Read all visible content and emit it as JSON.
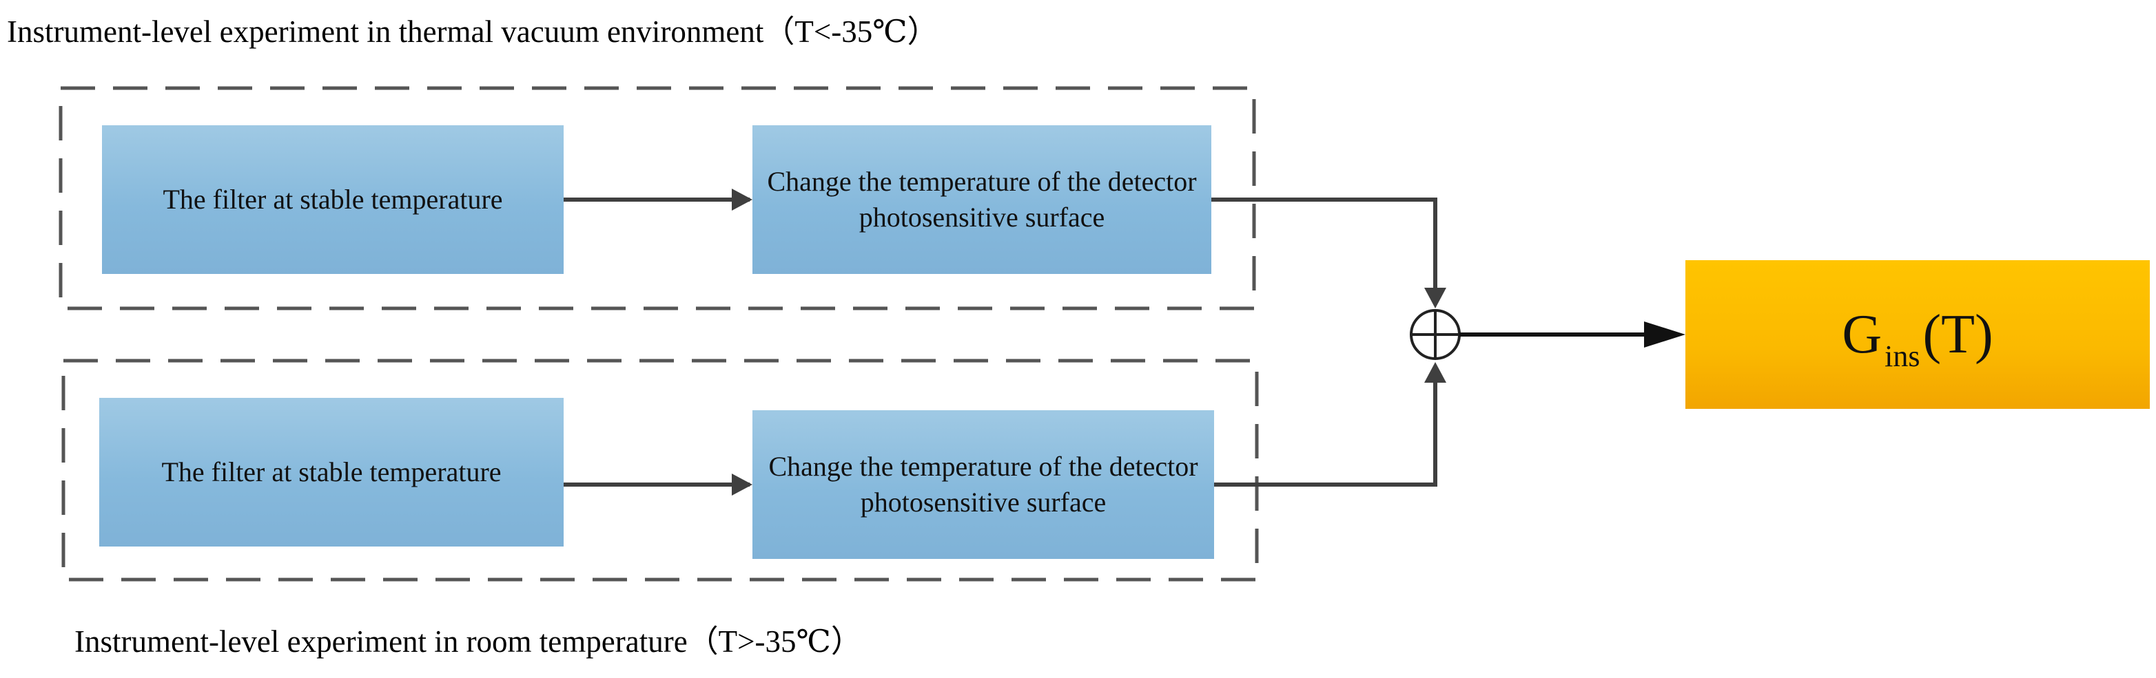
{
  "captions": {
    "top": "Instrument-level experiment in thermal vacuum environment（T<-35℃）",
    "bottom": "Instrument-level experiment in room temperature（T>-35℃）"
  },
  "groups": [
    {
      "filter_box": "The filter at  stable temperature",
      "detector_box": "Change the temperature of the detector photosensitive surface"
    },
    {
      "filter_box": "The filter at  stable temperature",
      "detector_box": "Change the temperature of the detector photosensitive surface"
    }
  ],
  "output": {
    "symbol": "G",
    "subscript": "ins",
    "argument": "(T)"
  },
  "colors": {
    "blue_box": "#86b9dc",
    "orange_box": "#fbb900",
    "line": "#3f3f3f",
    "dash": "#555555"
  },
  "icons": {
    "summing_junction": "circle-plus-icon"
  }
}
